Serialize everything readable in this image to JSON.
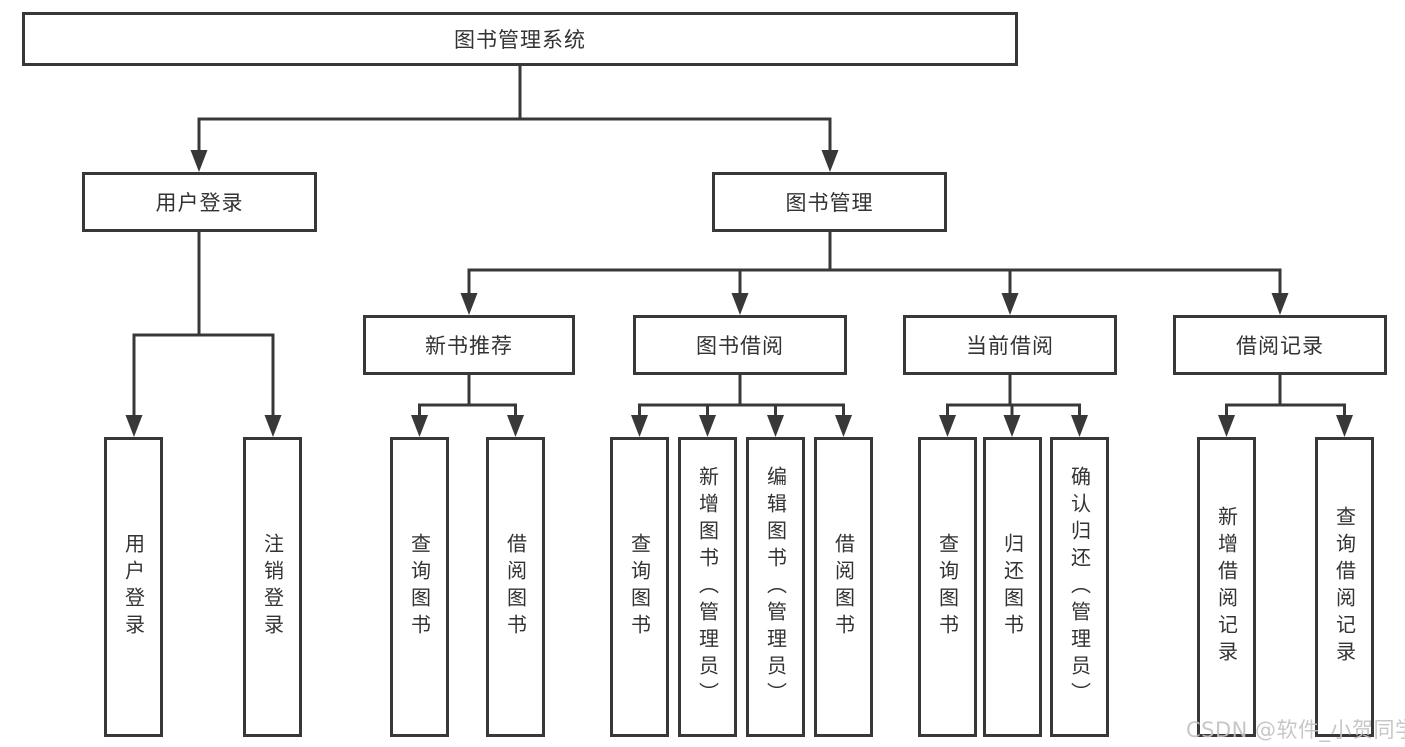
{
  "diagram": {
    "type": "org-chart",
    "root": {
      "label": "图书管理系统",
      "children": [
        {
          "label": "用户登录",
          "children": [
            {
              "label": "用户登录"
            },
            {
              "label": "注销登录"
            }
          ]
        },
        {
          "label": "图书管理",
          "children": [
            {
              "label": "新书推荐",
              "children": [
                {
                  "label": "查询图书"
                },
                {
                  "label": "借阅图书"
                }
              ]
            },
            {
              "label": "图书借阅",
              "children": [
                {
                  "label": "查询图书"
                },
                {
                  "label": "新增图书（管理员）"
                },
                {
                  "label": "编辑图书（管理员）"
                },
                {
                  "label": "借阅图书"
                }
              ]
            },
            {
              "label": "当前借阅",
              "children": [
                {
                  "label": "查询图书"
                },
                {
                  "label": "归还图书"
                },
                {
                  "label": "确认归还（管理员）"
                }
              ]
            },
            {
              "label": "借阅记录",
              "children": [
                {
                  "label": "新增借阅记录"
                },
                {
                  "label": "查询借阅记录"
                }
              ]
            }
          ]
        }
      ]
    }
  },
  "watermark": "CSDN @软件_小贺同学",
  "colors": {
    "line": "#383838",
    "box_border": "#383838",
    "text": "#333333",
    "background": "#ffffff",
    "watermark": "#c2c2c2"
  }
}
